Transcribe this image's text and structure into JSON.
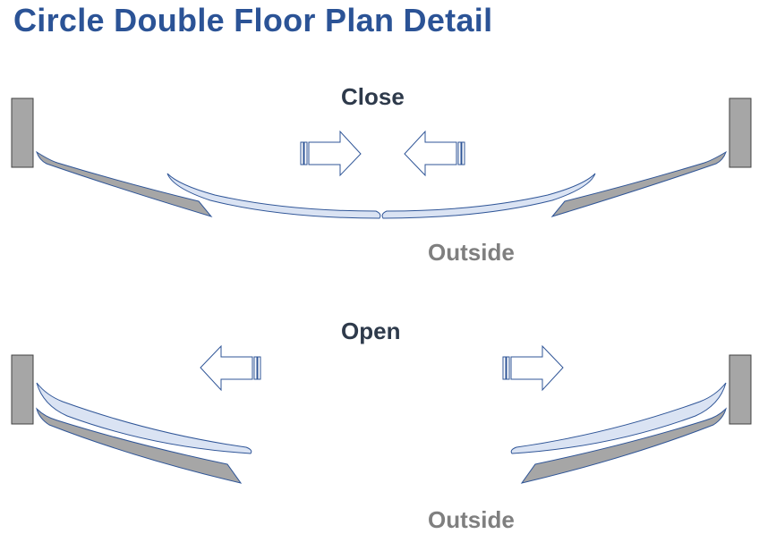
{
  "title": "Circle Double Floor Plan Detail",
  "close_section": {
    "label": "Close",
    "side_label": "Outside"
  },
  "open_section": {
    "label": "Open",
    "side_label": "Outside"
  },
  "colors": {
    "title": "#2b5396",
    "section_label": "#2e3a4b",
    "side_label": "#7f7f7f",
    "wall": "#a6a6a6",
    "fixed_panel": "#a6a6a6",
    "sliding_panel": "#dae3f3",
    "outline": "#2f5597"
  }
}
